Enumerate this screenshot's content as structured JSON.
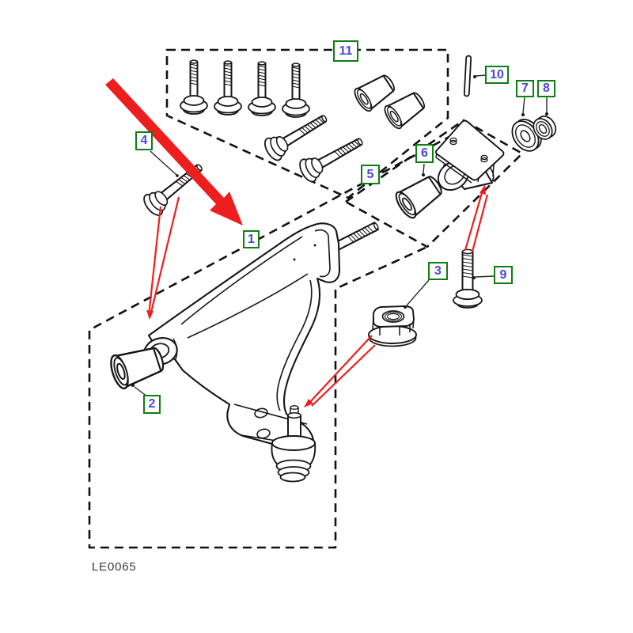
{
  "figure": {
    "drawing_code": "LE0065",
    "callouts": [
      {
        "num": "1"
      },
      {
        "num": "2"
      },
      {
        "num": "3"
      },
      {
        "num": "4"
      },
      {
        "num": "5"
      },
      {
        "num": "6"
      },
      {
        "num": "7"
      },
      {
        "num": "8"
      },
      {
        "num": "9"
      },
      {
        "num": "10"
      },
      {
        "num": "11"
      }
    ],
    "colors": {
      "callout_border": "#0e7e12",
      "callout_number": "#4848dc",
      "highlight_red": "#ed1e1e",
      "line_art": "#161616",
      "background": "#ffffff"
    }
  }
}
